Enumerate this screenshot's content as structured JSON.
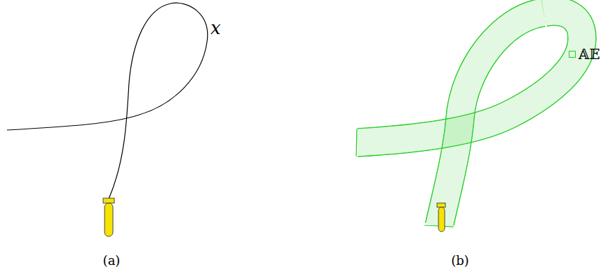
{
  "diagram": {
    "labels": [
      "x",
      "(a)",
      "(b)"
    ],
    "legend": [
      {
        "text": "𝔸𝔼",
        "color": "#dcf7dc"
      }
    ]
  }
}
